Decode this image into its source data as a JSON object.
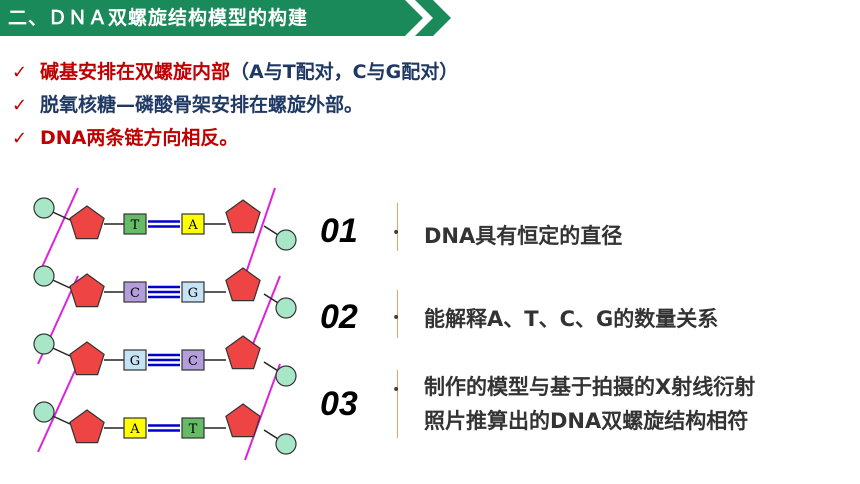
{
  "header": {
    "title": "二、ＤＮＡ双螺旋结构模型的构建"
  },
  "bullets": [
    {
      "main": "碱基安排在双螺旋内部",
      "extra": "（A与T配对，C与G配对）"
    },
    {
      "main": "脱氧核糖—磷酸骨架安排在螺旋外部。",
      "extra": ""
    },
    {
      "main": "DNA两条链方向相反。",
      "extra": ""
    }
  ],
  "points": [
    {
      "num": "01",
      "lines": [
        "DNA具有恒定的直径"
      ]
    },
    {
      "num": "02",
      "lines": [
        "能解释A、T、C、G的数量关系"
      ]
    },
    {
      "num": "03",
      "lines": [
        "制作的模型与基于拍摄的X射线衍射",
        "照片推算出的DNA双螺旋结构相符"
      ]
    }
  ],
  "diagram": {
    "pairs": [
      {
        "left": "T",
        "right": "A",
        "left_color": "#66bb66",
        "right_color": "#ffff00",
        "bonds": 2
      },
      {
        "left": "C",
        "right": "G",
        "left_color": "#b39ddb",
        "right_color": "#c5e3f5",
        "bonds": 3
      },
      {
        "left": "G",
        "right": "C",
        "left_color": "#c5e3f5",
        "right_color": "#b39ddb",
        "bonds": 3
      },
      {
        "left": "A",
        "right": "T",
        "left_color": "#ffff00",
        "right_color": "#66bb66",
        "bonds": 2
      }
    ]
  },
  "colors": {
    "header_bg": "#1a8a5a",
    "accent_red": "#c00000",
    "text_blue": "#1f3864",
    "phosphate": "#a8e6c8",
    "sugar": "#ee4444",
    "backbone": "#dd22dd",
    "bond": "#0000cc"
  }
}
